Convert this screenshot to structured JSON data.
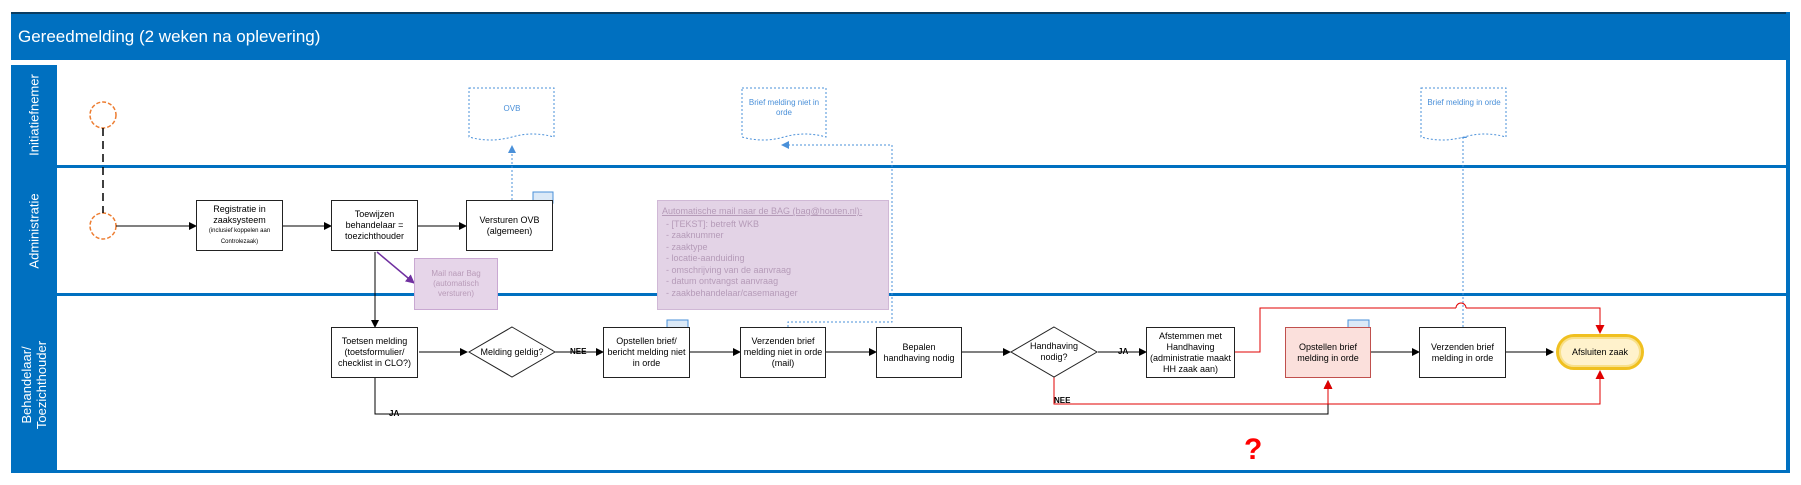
{
  "title": "Gereedmelding   (2 weken na oplevering)",
  "lanes": {
    "initiatiefnemer": "Initiatiefnemer",
    "administratie": "Administratie",
    "behandelaar": "Behandelaar/ Toezichthouder"
  },
  "nodes": {
    "registratie": "Registratie in zaaksysteem",
    "registratie_small": "(inclusief koppelen aan Controlezaak)",
    "toewijzen": "Toewijzen behandelaar = toezichthouder",
    "versturen_ovb": "Versturen OVB (algemeen)",
    "mail_bag": "Mail naar Bag (automatisch versturen)",
    "toetsen": "Toetsen melding (toetsformulier/ checklist in CLO?)",
    "melding_geldig": "Melding geldig?",
    "opstellen_niet": "Opstellen brief/ bericht melding niet in orde",
    "verzenden_niet": "Verzenden brief melding niet in orde (mail)",
    "bepalen": "Bepalen handhaving nodig",
    "handhaving_nodig": "Handhaving nodig?",
    "afstemmen": "Afstemmen met Handhaving (administratie maakt HH zaak aan)",
    "opstellen_inorde": "Opstellen brief melding in orde",
    "verzenden_inorde": "Verzenden brief melding in orde",
    "afsluiten": "Afsluiten zaak"
  },
  "documents": {
    "ovb": "OVB",
    "brief_niet": "Brief melding niet in orde",
    "brief_inorde": "Brief melding in orde"
  },
  "edge_labels": {
    "nee1": "NEE",
    "ja2": "JA",
    "nee2": "NEE",
    "ja1": "JA"
  },
  "note": {
    "title": "Automatische mail naar de BAG (bag@houten.nl):",
    "items": [
      "- [TEKST]: betreft WKB",
      "- zaaknummer",
      "- zaaktype",
      "- locatie-aanduiding",
      "- omschrijving van de aanvraag",
      "- datum ontvangst aanvraag",
      "- zaakbehandelaar/casemanager"
    ]
  },
  "question_mark": "?",
  "colors": {
    "lane_blue": "#0070c0",
    "start_orange": "#ed7d31",
    "doc_blue": "#4a90d9",
    "red_flow": "#e00000",
    "purple": "#7030a0",
    "end_fill": "#fff2cc",
    "end_border": "#f0c020",
    "highlight_fill": "#fbe0dc"
  },
  "icons": [
    "start-event-icon",
    "document-icon",
    "decision-diamond-icon",
    "question-mark-icon"
  ]
}
